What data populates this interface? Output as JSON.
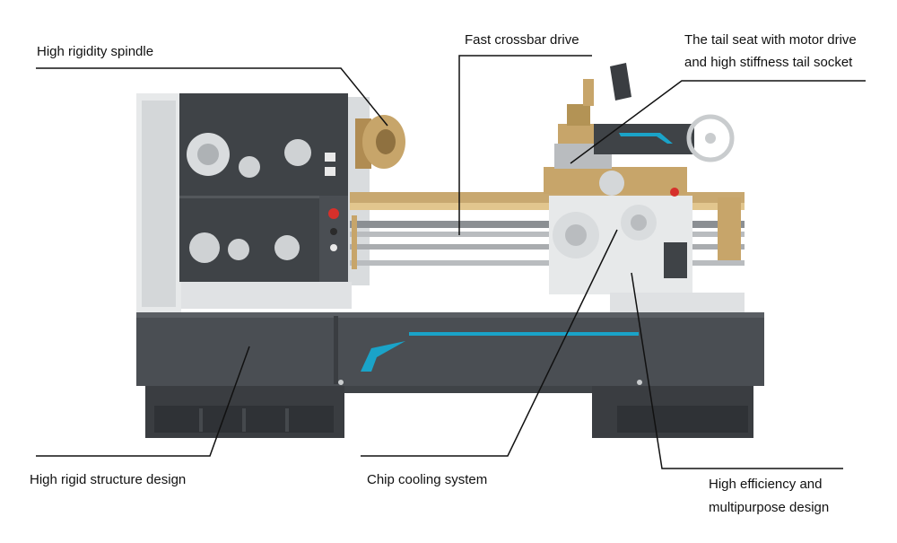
{
  "labels": {
    "spindle": "High rigidity spindle",
    "crossbar": "Fast crossbar drive",
    "tail_line1": "The tail seat with motor drive",
    "tail_line2": "and high stiffness tail socket",
    "structure": "High rigid structure design",
    "cooling": "Chip cooling system",
    "efficiency_line1": "High efficiency and",
    "efficiency_line2": "multipurpose design"
  },
  "colors": {
    "body": "#4a4e53",
    "body_dark": "#2f3236",
    "panel": "#3f4347",
    "light": "#e7e9ea",
    "steel": "#b9bcbf",
    "brass": "#c7a56a",
    "accent": "#1aa3c8",
    "leader": "#111111"
  }
}
